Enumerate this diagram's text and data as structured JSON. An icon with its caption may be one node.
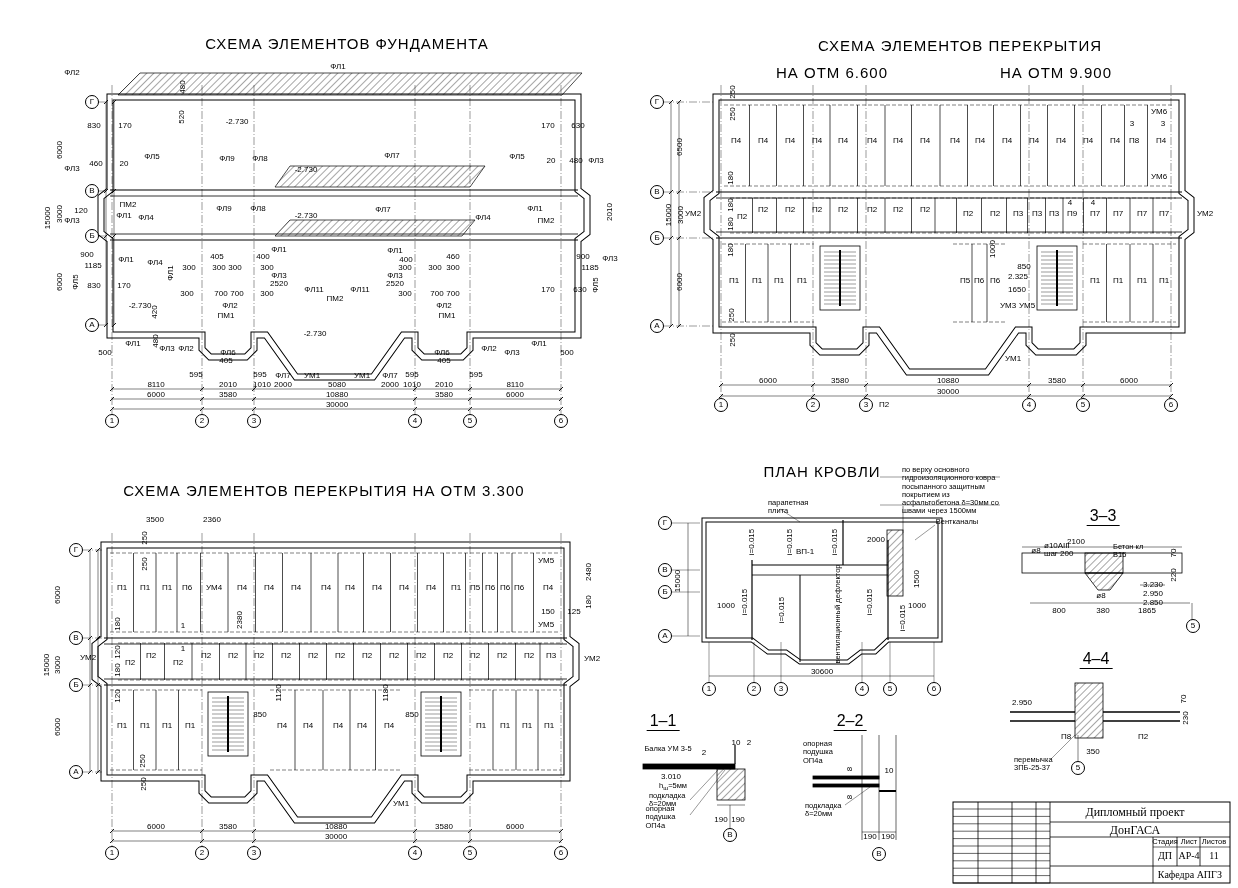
{
  "diagram": {
    "labels": [
      "СХЕМА ЭЛЕМЕНТОВ ФУНДАМЕНТА",
      "СХЕМА ЭЛЕМЕНТОВ ПЕРЕКРЫТИЯ",
      "НА ОТМ 6.600",
      "НА ОТМ 9.900",
      "ФЛ1",
      "ФЛ2",
      "480",
      "520",
      "-2.730",
      "830",
      "170",
      "ФЛ5",
      "170",
      "630",
      "ФЛ5",
      "ФЛ3",
      "460",
      "20",
      "ФЛ9",
      "ФЛ8",
      "ФЛ7",
      "-2.730",
      "20",
      "480",
      "ФЛ3",
      "ПМ2",
      "120",
      "ФЛ3",
      "ФЛ1",
      "ФЛ4",
      "ФЛ9",
      "ФЛ8",
      "ФЛ7",
      "-2.730",
      "ФЛ4",
      "ФЛ1",
      "ПМ2",
      "2010",
      "ФЛ1",
      "ФЛ4",
      "ФЛ1",
      "900",
      "1185",
      "ФЛ5",
      "830",
      "170",
      "405",
      "300",
      "300",
      "300",
      "300",
      "ФЛ1",
      "400",
      "ФЛ3",
      "2520",
      "ФЛ11",
      "300",
      "700",
      "700",
      "300",
      "ПМ2",
      "ФЛ11",
      "ФЛ1",
      "400",
      "300",
      "300",
      "300",
      "460",
      "ФЛ3",
      "2520",
      "300",
      "700",
      "700",
      "ФЛ2",
      "ФЛ2",
      "ПМ1",
      "ПМ1",
      "-2.730",
      "420",
      "900",
      "1185",
      "ФЛ3",
      "170",
      "630",
      "ФЛ5",
      "-2.730",
      "ФЛ1",
      "480",
      "ФЛ3",
      "ФЛ2",
      "ФЛ6",
      "405",
      "ФЛ7",
      "УМ1",
      "УМ1",
      "ФЛ7",
      "ФЛ6",
      "405",
      "ФЛ2",
      "ФЛ3",
      "ФЛ1",
      "500",
      "500",
      "595",
      "595",
      "595",
      "595",
      "8110",
      "2010",
      "1010",
      "2000",
      "5080",
      "2000",
      "1010",
      "2010",
      "8110",
      "6000",
      "3580",
      "10880",
      "3580",
      "6000",
      "30000",
      "15000",
      "6000",
      "3000",
      "6000",
      "1",
      "2",
      "3",
      "4",
      "5",
      "6",
      "Г",
      "В",
      "Б",
      "А",
      "П4",
      "П4",
      "П4",
      "П4",
      "П4",
      "П4",
      "П4",
      "П4",
      "П4",
      "П4",
      "П4",
      "П4",
      "П4",
      "П4",
      "П4",
      "П8",
      "П4",
      "УМ6",
      "УМ6",
      "3",
      "3",
      "УМ2",
      "П2",
      "П2",
      "П2",
      "П2",
      "П2",
      "П2",
      "П2",
      "П2",
      "П2",
      "П2",
      "П3",
      "П3",
      "П3",
      "П9",
      "П7",
      "П7",
      "П7",
      "П7",
      "4",
      "4",
      "УМ2",
      "П1",
      "П1",
      "П1",
      "П1",
      "П5",
      "П6",
      "П6",
      "П1",
      "П1",
      "П1",
      "П1",
      "1000",
      "850",
      "2.325",
      "1650",
      "УМ3",
      "УМ5",
      "УМ1",
      "250",
      "250",
      "180",
      "180",
      "180",
      "180",
      "250",
      "250",
      "6500",
      "15000",
      "3000",
      "6000",
      "6000",
      "3580",
      "10880",
      "3580",
      "6000",
      "30000",
      "1",
      "2",
      "3",
      "П2",
      "4",
      "5",
      "6",
      "Г",
      "В",
      "Б",
      "А",
      "СХЕМА ЭЛЕМЕНТОВ ПЕРЕКРЫТИЯ НА ОТМ 3.300",
      "3500",
      "2360",
      "250",
      "250",
      "П1",
      "П1",
      "П1",
      "П6",
      "УМ4",
      "П4",
      "П4",
      "П4",
      "П4",
      "П4",
      "П4",
      "П4",
      "П4",
      "П1",
      "П5",
      "П6",
      "П6",
      "П6",
      "П4",
      "УМ5",
      "УМ5",
      "2480",
      "180",
      "150",
      "125",
      "180",
      "1",
      "2380",
      "1",
      "УМ2",
      "П2",
      "П2",
      "П2",
      "П2",
      "П2",
      "П2",
      "П2",
      "П2",
      "П2",
      "П2",
      "П2",
      "П2",
      "П2",
      "П2",
      "П2",
      "П2",
      "П3",
      "УМ2",
      "120",
      "180",
      "120",
      "1120",
      "1180",
      "850",
      "850",
      "П1",
      "П1",
      "П1",
      "П1",
      "П4",
      "П4",
      "П4",
      "П4",
      "П4",
      "П1",
      "П1",
      "П1",
      "П1",
      "250",
      "250",
      "УМ1",
      "15000",
      "6000",
      "3000",
      "6000",
      "6000",
      "3580",
      "10880",
      "3580",
      "6000",
      "30000",
      "1",
      "2",
      "3",
      "4",
      "5",
      "6",
      "Г",
      "В",
      "Б",
      "А",
      "ПЛАН КРОВЛИ",
      "по верху основного гидроизоляционного ковра посыпанного защитным покрытием из асфальтобетона δ=30мм со швами через 1500мм",
      "парапетная плита",
      "Вентканалы",
      "i=0.015",
      "i=0.015",
      "i=0.015",
      "ВП-1",
      "2000",
      "1500",
      "1000",
      "1000",
      "i=0.015",
      "i=0.015",
      "i=0.015",
      "i=0.015",
      "вентиляционный дефлектор",
      "15000",
      "30600",
      "1",
      "2",
      "3",
      "4",
      "5",
      "6",
      "Г",
      "В",
      "Б",
      "А",
      "3–3",
      "2100",
      "ø8",
      "ø10АIII шаг 200",
      "Бетон кл В15",
      "70",
      "220",
      "ø8",
      "3.230",
      "2.950",
      "2.850",
      "800",
      "380",
      "1865",
      "5",
      "4–4",
      "2.950",
      "70",
      "230",
      "П8",
      "П2",
      "перемычка 3ПБ-25-37",
      "350",
      "5",
      "1–1",
      "Балка УМ 3-5",
      "2",
      "10",
      "2",
      "3.010",
      "h$_{ш}$=5мм",
      "подкладка δ=20мм",
      "опорная подушка ОП4а",
      "190",
      "190",
      "В",
      "2–2",
      "опорная подушка ОП4а",
      "8",
      "10",
      "8",
      "подкладка δ=20мм",
      "190",
      "190",
      "В",
      "Дипломный проект",
      "ДонГАСА",
      "Стадия",
      "Лист",
      "Листов",
      "ДП",
      "АР-4",
      "11",
      "Кафедра АПГЗ"
    ]
  }
}
